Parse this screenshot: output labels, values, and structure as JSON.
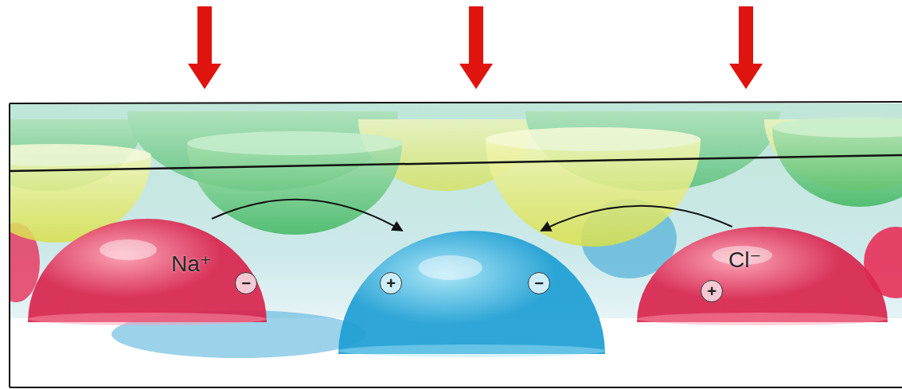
{
  "diagram": {
    "nodes": [
      {
        "text": [
          "Na⁺",
          "−"
        ]
      },
      {
        "text": [
          "+",
          "−"
        ]
      },
      {
        "text": [
          "+",
          "Cl⁻"
        ]
      }
    ],
    "edges": [
      {
        "from": 0,
        "to": 1,
        "arrow": "to"
      },
      {
        "from": 2,
        "to": 1,
        "arrow": "to"
      }
    ]
  }
}
